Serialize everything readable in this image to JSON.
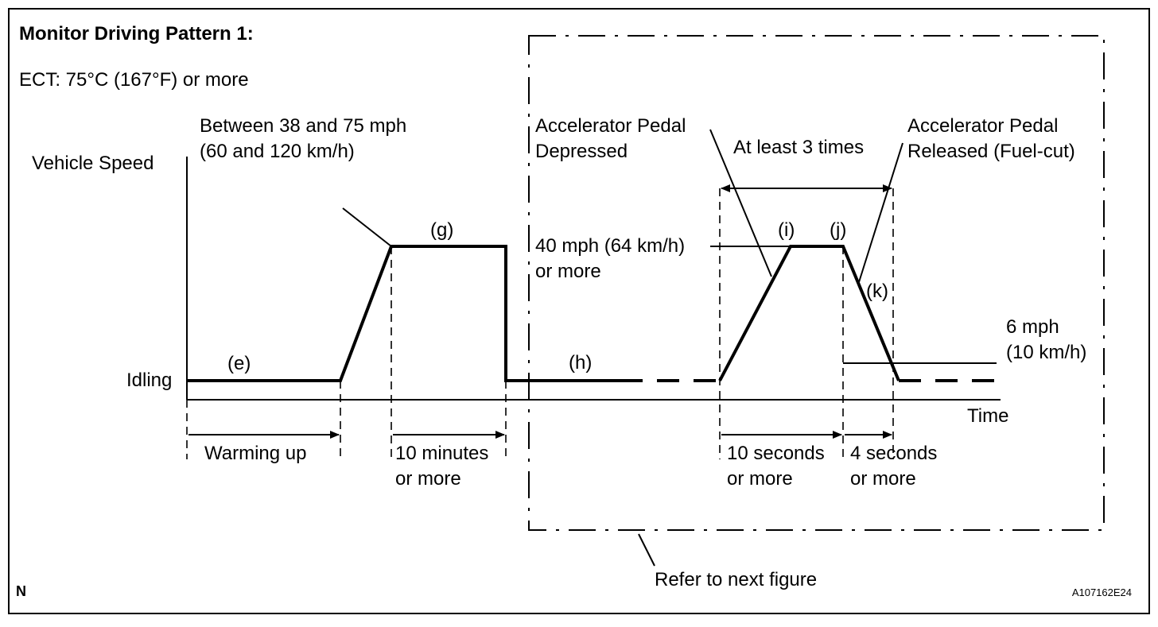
{
  "diagram": {
    "title": "Monitor Driving Pattern 1:",
    "condition": "ECT: 75°C (167°F) or more",
    "speed_range": {
      "line1": "Between 38 and 75 mph",
      "line2": "(60 and 120 km/h)"
    },
    "y_axis_label": "Vehicle Speed",
    "idle_label": "Idling",
    "x_axis_label": "Time",
    "step_labels": {
      "e": "(e)",
      "g": "(g)",
      "h": "(h)",
      "i": "(i)",
      "j": "(j)",
      "k": "(k)"
    },
    "pedal_depressed": {
      "line1": "Accelerator Pedal",
      "line2": "Depressed"
    },
    "pedal_released": {
      "line1": "Accelerator Pedal",
      "line2": "Released (Fuel-cut)"
    },
    "repeat_label": "At least 3 times",
    "target_speed": {
      "line1": "40 mph (64 km/h)",
      "line2": "or more"
    },
    "low_speed": {
      "line1": "6 mph",
      "line2": "(10 km/h)"
    },
    "durations": {
      "warming": "Warming up",
      "ten_minutes": {
        "line1": "10 minutes",
        "line2": "or more"
      },
      "ten_seconds": {
        "line1": "10 seconds",
        "line2": "or more"
      },
      "four_seconds": {
        "line1": "4 seconds",
        "line2": "or more"
      }
    },
    "refer_note": "Refer to next figure",
    "corner_mark": "N",
    "figure_code": "A107162E24"
  }
}
